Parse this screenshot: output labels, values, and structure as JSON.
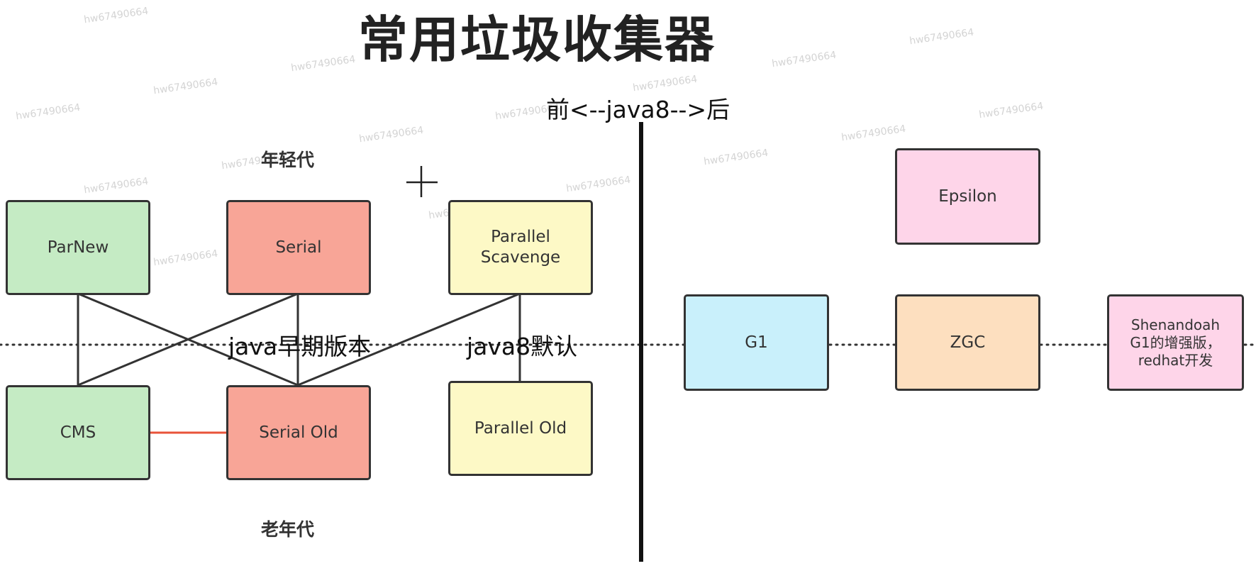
{
  "title": "常用垃圾收集器",
  "labels": {
    "era_divider": "前<--java8-->后",
    "young_generation": "年轻代",
    "old_generation": "老年代",
    "java_early": "java早期版本",
    "java8_default": "java8默认"
  },
  "cursor_symbol": "+",
  "watermark": "hw67490664",
  "collectors": {
    "parnew": {
      "label": "ParNew",
      "color": "#c5ebc4"
    },
    "serial": {
      "label": "Serial",
      "color": "#f8a597"
    },
    "parallel_scavenge": {
      "label": "Parallel\nScavenge",
      "color": "#fdf9c6"
    },
    "cms": {
      "label": "CMS",
      "color": "#c5ebc4"
    },
    "serial_old": {
      "label": "Serial Old",
      "color": "#f8a597"
    },
    "parallel_old": {
      "label": "Parallel Old",
      "color": "#fdf9c6"
    },
    "epsilon": {
      "label": "Epsilon",
      "color": "#fed5e9"
    },
    "g1": {
      "label": "G1",
      "color": "#c9f0fb"
    },
    "zgc": {
      "label": "ZGC",
      "color": "#fddfbf"
    },
    "shenandoah": {
      "label": "Shenandoah\nG1的增强版，\nredhat开发",
      "color": "#fed5e9"
    }
  },
  "colors": {
    "connector": "#333333",
    "cms_serialold_link": "#e8533a",
    "divider": "#111111"
  }
}
